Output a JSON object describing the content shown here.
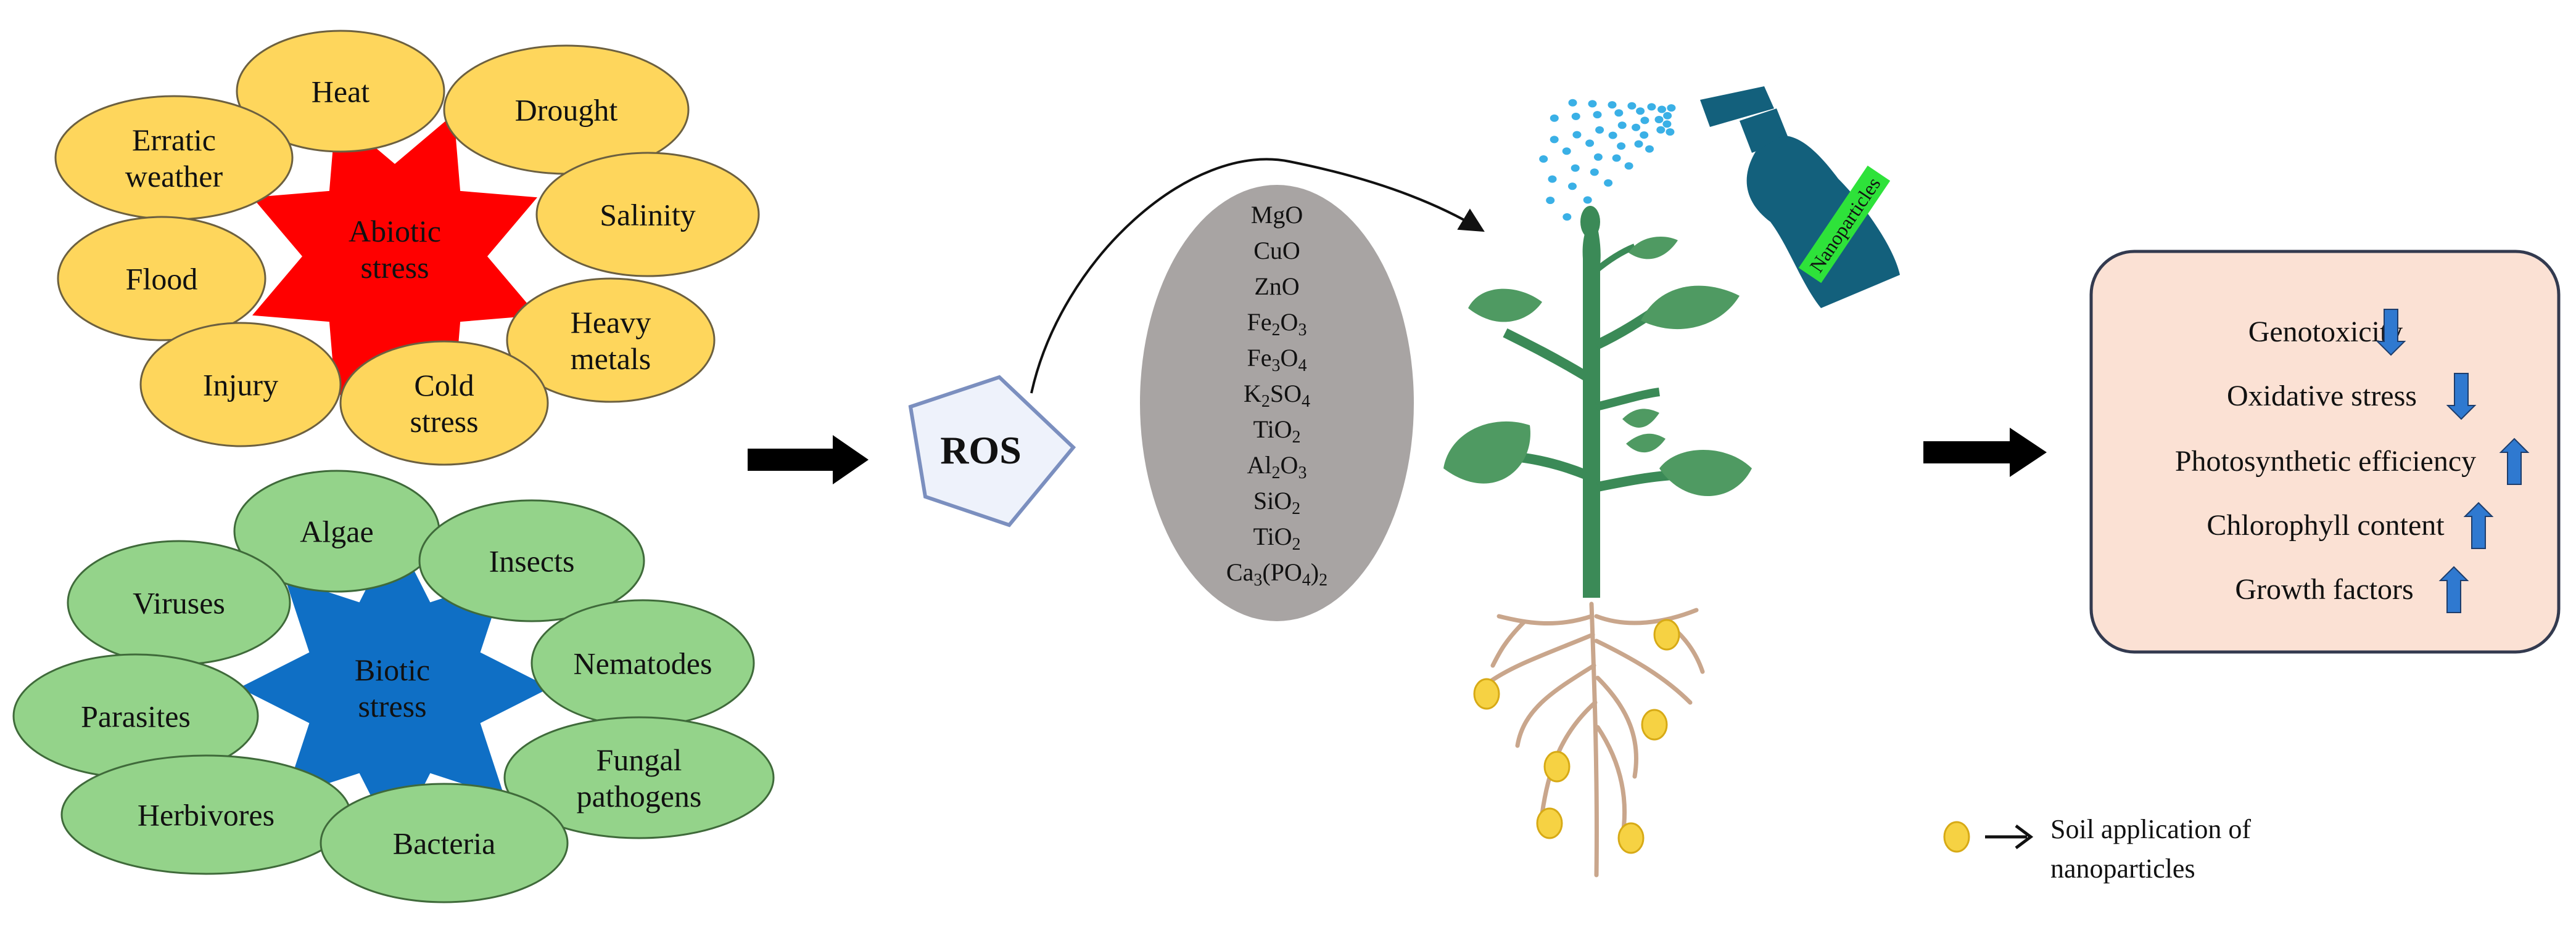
{
  "abiotic": {
    "center": [
      "Abiotic",
      "stress"
    ],
    "items": [
      [
        "Heat"
      ],
      [
        "Drought"
      ],
      [
        "Erratic",
        "weather"
      ],
      [
        "Salinity"
      ],
      [
        "Flood"
      ],
      [
        "Heavy",
        "metals"
      ],
      [
        "Injury"
      ],
      [
        "Cold",
        "stress"
      ]
    ]
  },
  "biotic": {
    "center": [
      "Biotic",
      "stress"
    ],
    "items": [
      [
        "Algae"
      ],
      [
        "Insects"
      ],
      [
        "Viruses"
      ],
      [
        "Nematodes"
      ],
      [
        "Parasites"
      ],
      [
        "Fungal",
        "pathogens"
      ],
      [
        "Herbivores"
      ],
      [
        "Bacteria"
      ]
    ]
  },
  "ros_label": "ROS",
  "nanoparticles": [
    {
      "base": "MgO"
    },
    {
      "base": "CuO"
    },
    {
      "base": "ZnO"
    },
    {
      "base": "Fe",
      "sub": "2",
      "rest": "O",
      "sub2": "3"
    },
    {
      "base": "Fe",
      "sub": "3",
      "rest": "O",
      "sub2": "4"
    },
    {
      "base": "K",
      "sub": "2",
      "rest": "SO",
      "sub2": "4"
    },
    {
      "base": "TiO",
      "sub": "2"
    },
    {
      "base": "Al",
      "sub": "2",
      "rest": "O",
      "sub2": "3"
    },
    {
      "base": "SiO",
      "sub": "2"
    },
    {
      "base": "TiO",
      "sub": "2"
    },
    {
      "base": "Ca",
      "sub": "3",
      "rest": "(PO",
      "sub2": "4",
      "rest2": ")",
      "sub3": "2"
    }
  ],
  "spray_label": "Nanoparticles",
  "effects": [
    {
      "label": "Genotoxicity",
      "direction": "down"
    },
    {
      "label": "Oxidative stress",
      "direction": "down"
    },
    {
      "label": "Photosynthetic efficiency",
      "direction": "up"
    },
    {
      "label": "Chlorophyll content",
      "direction": "up"
    },
    {
      "label": "Growth factors",
      "direction": "up"
    }
  ],
  "legend": {
    "lines": [
      "Soil application of",
      "nanoparticles"
    ]
  },
  "colors": {
    "abiotic_item": "#fed65c",
    "abiotic_star": "#ff0000",
    "biotic_item": "#94d38a",
    "biotic_star": "#0f6fc5",
    "np_ellipse": "#a8a4a3",
    "effects_box": "#fbe1d4",
    "ros_fill": "#eef2fb",
    "stem": "#3b8a57",
    "leaf": "#4f9a62",
    "root": "#c9a68c",
    "bottle": "#13607c",
    "spray": "#3ab0e6",
    "np_dot": "#f6d243",
    "arrow_blue": "#2f79d0"
  }
}
